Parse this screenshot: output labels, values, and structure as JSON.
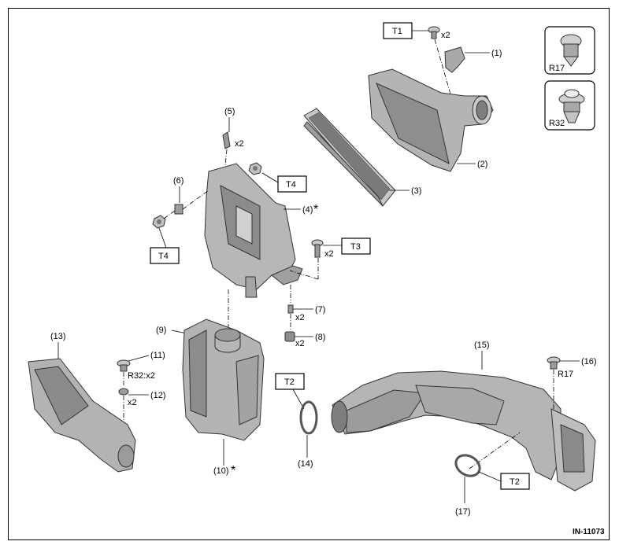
{
  "diagram_id": "IN-11073",
  "asterisk": "*",
  "torque_refs": {
    "t1": "T1",
    "t2a": "T2",
    "t2b": "T2",
    "t3": "T3",
    "t4a": "T4",
    "t4b": "T4"
  },
  "clip_refs": {
    "r17": "R17",
    "r32": "R32"
  },
  "parts": {
    "p1": "(1)",
    "p2": "(2)",
    "p3": "(3)",
    "p4": "(4)",
    "p5": "(5)",
    "p6": "(6)",
    "p7": "(7)",
    "p8": "(8)",
    "p9": "(9)",
    "p10": "(10)",
    "p11": "(11)",
    "p12": "(12)",
    "p13": "(13)",
    "p14": "(14)",
    "p15": "(15)",
    "p16": "(16)",
    "p17": "(17)"
  },
  "quantities": {
    "q_t1": "x2",
    "q_p5": "x2",
    "q_t3": "x2",
    "q_p7": "x2",
    "q_p8": "x2",
    "q_p11": "R32:x2",
    "q_p12": "x2",
    "q_p16": "R17"
  },
  "colors": {
    "part_fill": "#b9b9b9",
    "part_dark": "#8a8a8a",
    "part_light": "#d6d6d6",
    "line": "#000000"
  }
}
